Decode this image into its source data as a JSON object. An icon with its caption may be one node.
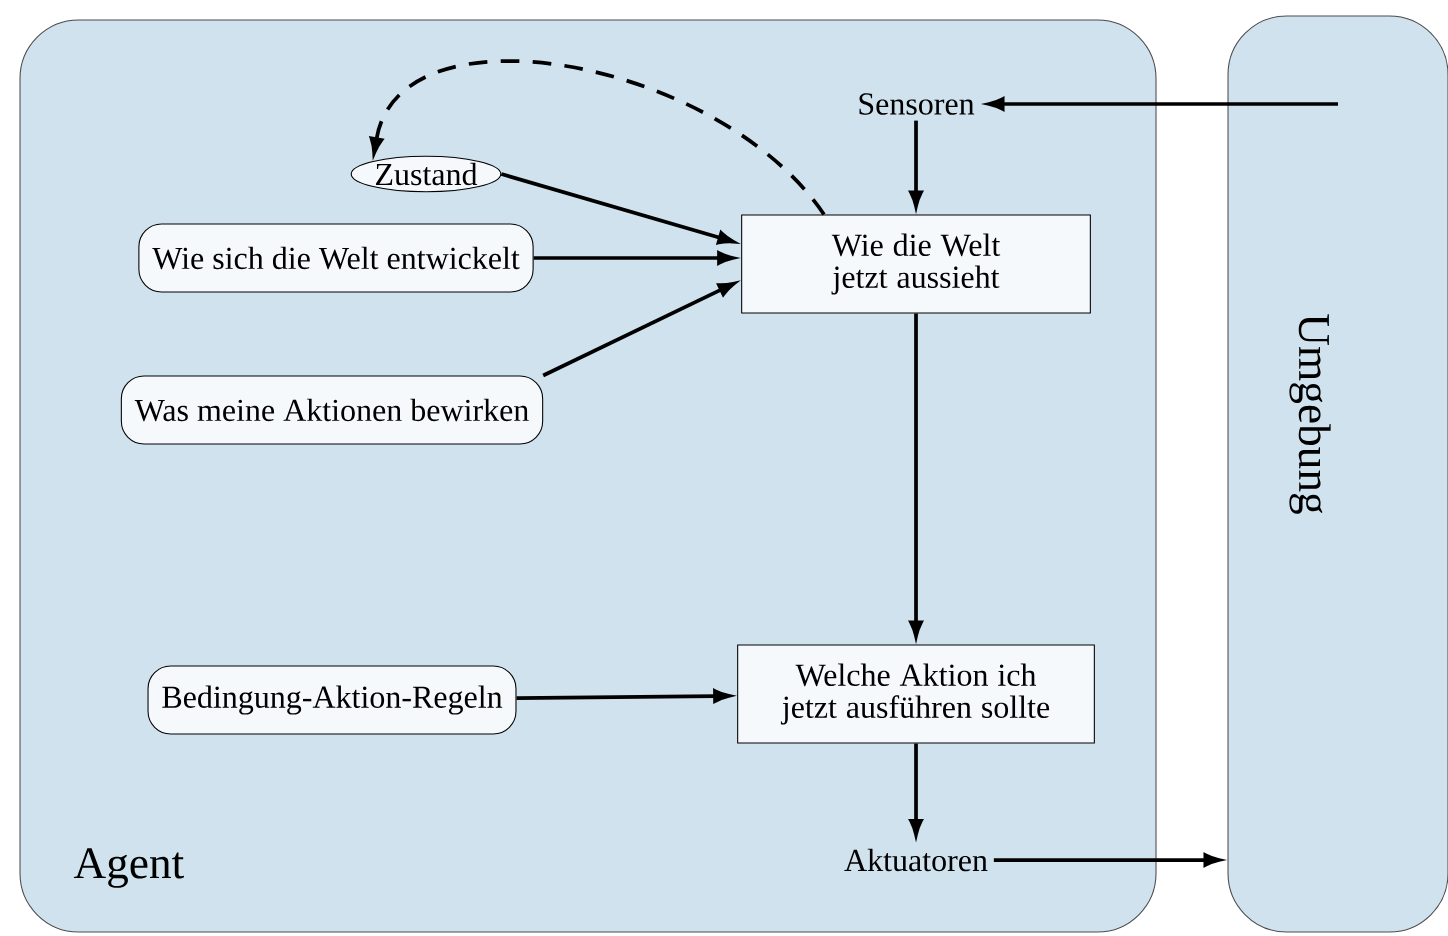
{
  "diagram": {
    "nodes": [
      {
        "text": [
          "Agent"
        ]
      },
      {
        "text": [
          "Sensoren"
        ],
        "in": 0
      },
      {
        "text": [
          "Zustand"
        ],
        "in": 0
      },
      {
        "text": [
          "Wie sich die Welt entwickelt"
        ],
        "in": 0
      },
      {
        "text": [
          "Wie die Welt jetzt aussieht"
        ],
        "in": 0
      },
      {
        "text": [
          "Was meine Aktionen bewirken"
        ],
        "in": 0
      },
      {
        "text": [
          "Bedingung-Aktion-Regeln"
        ],
        "in": 0
      },
      {
        "text": [
          "Welche Aktion ich jetzt ausführen sollte"
        ],
        "in": 0
      },
      {
        "text": [
          "Aktuatoren"
        ],
        "in": 0
      },
      {
        "text": [
          "Umgebung"
        ]
      }
    ],
    "edges": [
      {
        "from": 9,
        "to": 1,
        "arrow": "to"
      },
      {
        "from": 1,
        "to": 4,
        "arrow": "to"
      },
      {
        "from": 2,
        "to": 4,
        "arrow": "to"
      },
      {
        "from": 3,
        "to": 4,
        "arrow": "to"
      },
      {
        "from": 5,
        "to": 4,
        "arrow": "to"
      },
      {
        "from": 4,
        "to": 2,
        "arrow": "to",
        "style": "dashed"
      },
      {
        "from": 4,
        "to": 7,
        "arrow": "to"
      },
      {
        "from": 6,
        "to": 7,
        "arrow": "to"
      },
      {
        "from": 7,
        "to": 8,
        "arrow": "to"
      },
      {
        "from": 8,
        "to": 9,
        "arrow": "to"
      }
    ]
  }
}
